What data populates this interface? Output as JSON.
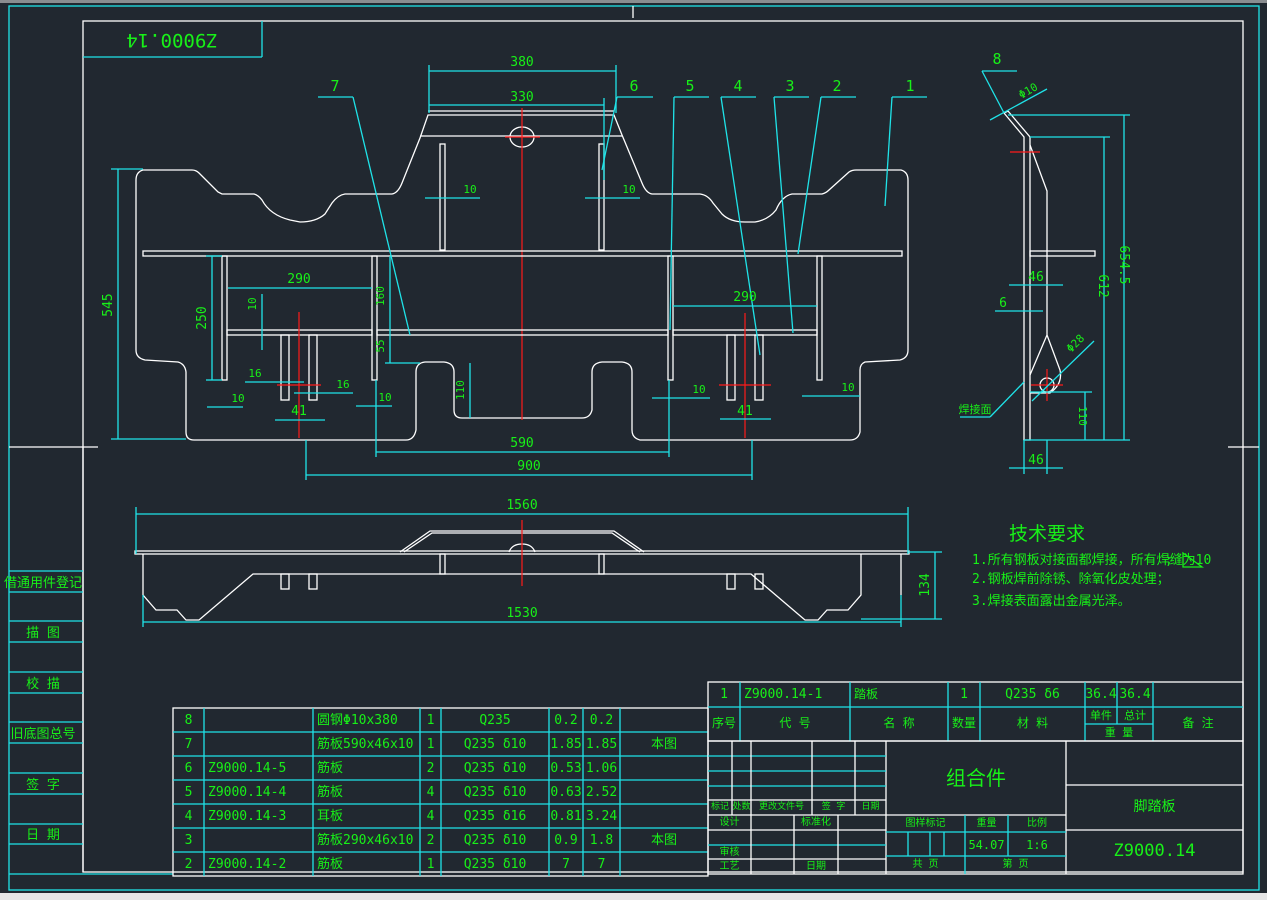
{
  "title_block_mirrored": "Z9000.14",
  "colors": {
    "background": "#212830",
    "outline": "#ffffff",
    "dimension": "#1fe3e8",
    "centerline": "#ff1a1a",
    "text": "#18f018"
  },
  "front_view": {
    "leaders": [
      "7",
      "6",
      "5",
      "4",
      "3",
      "2",
      "1"
    ],
    "dims": {
      "top_outer": "380",
      "top_inner": "330",
      "rib_left": "10",
      "rib_right": "10",
      "height_total": "545",
      "left_span": "290",
      "right_span": "290",
      "h250": "250",
      "h10": "10",
      "h160": "160",
      "h55": "55",
      "h110": "110",
      "lug16_left": "16",
      "lug16_right": "16",
      "lug41_left": "41",
      "lug41_right": "41",
      "w10_a": "10",
      "w10_b": "10",
      "w10_c": "10",
      "w10_d": "10",
      "span590": "590",
      "span900": "900"
    }
  },
  "side_view": {
    "label_8": "8",
    "phi10": "Φ10",
    "phi28": "Φ28",
    "d654": "654.5",
    "d612": "612",
    "d46_top": "46",
    "d6": "6",
    "d110": "110",
    "d46_bottom": "46",
    "weld_note": "焊接面"
  },
  "top_view": {
    "d1560": "1560",
    "d1530": "1530",
    "d134": "134"
  },
  "tech_requirements": {
    "title": "技术要求",
    "items": [
      "1.所有钢板对接面都焊接，所有焊缝为10",
      "2.钢板焊前除锈、除氧化皮处理；",
      "3.焊接表面露出金属光泽。"
    ],
    "weld_symbol_sep": ";"
  },
  "left_strip": {
    "labels": [
      "借通用件登记",
      "描  图",
      "校  描",
      "旧底图总号",
      "签  字",
      "日  期"
    ]
  },
  "bom": {
    "rows": [
      {
        "no": "8",
        "code": "",
        "name": "圆钢Φ10x380",
        "qty": "1",
        "material": "Q235",
        "unit": "0.2",
        "total": "0.2",
        "remark": ""
      },
      {
        "no": "7",
        "code": "",
        "name": "筋板590x46x10",
        "qty": "1",
        "material": "Q235 δ10",
        "unit": "1.85",
        "total": "1.85",
        "remark": "本图"
      },
      {
        "no": "6",
        "code": "Z9000.14-5",
        "name": "筋板",
        "qty": "2",
        "material": "Q235 δ10",
        "unit": "0.53",
        "total": "1.06",
        "remark": ""
      },
      {
        "no": "5",
        "code": "Z9000.14-4",
        "name": "筋板",
        "qty": "4",
        "material": "Q235 δ10",
        "unit": "0.63",
        "total": "2.52",
        "remark": ""
      },
      {
        "no": "4",
        "code": "Z9000.14-3",
        "name": "耳板",
        "qty": "4",
        "material": "Q235 δ16",
        "unit": "0.81",
        "total": "3.24",
        "remark": ""
      },
      {
        "no": "3",
        "code": "",
        "name": "筋板290x46x10",
        "qty": "2",
        "material": "Q235 δ10",
        "unit": "0.9",
        "total": "1.8",
        "remark": "本图"
      },
      {
        "no": "2",
        "code": "Z9000.14-2",
        "name": "筋板",
        "qty": "1",
        "material": "Q235 δ10",
        "unit": "7",
        "total": "7",
        "remark": ""
      },
      {
        "no": "1",
        "code": "Z9000.14-1",
        "name": "踏板",
        "qty": "1",
        "material": "Q235 δ6",
        "unit": "36.4",
        "total": "36.4",
        "remark": ""
      }
    ],
    "header": {
      "no": "序号",
      "code": "代    号",
      "name": "名    称",
      "qty": "数量",
      "material": "材    料",
      "unit": "单件",
      "total": "总计",
      "weight": "重    量",
      "remark": "备    注"
    }
  },
  "title_block": {
    "rev_headers": [
      "标记",
      "处数",
      "更改文件号",
      "签 字",
      "日期"
    ],
    "design": "设计",
    "standardize": "标准化",
    "review": "审核",
    "process": "工艺",
    "date": "日期",
    "assembly": "组合件",
    "drawing_mark": "图样标记",
    "weight_label": "重量",
    "scale_label": "比例",
    "weight_value": "54.07",
    "scale_value": "1:6",
    "total_sheets": "共    页",
    "sheet_no": "第    页",
    "part_name": "脚踏板",
    "drawing_no": "Z9000.14"
  }
}
